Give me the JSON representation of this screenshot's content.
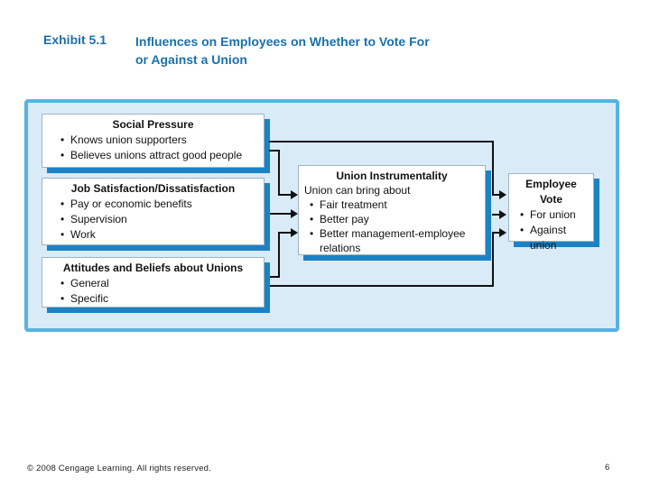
{
  "slide": {
    "exhibit_label": "Exhibit 5.1",
    "title_line1": "Influences on Employees on Whether to Vote For",
    "title_line2": "or Against a Union",
    "footer_copyright": "© 2008 Cengage Learning. All rights reserved.",
    "page_number": "6"
  },
  "diagram": {
    "boxes": [
      {
        "title": "Social Pressure",
        "bullets": [
          "Knows union supporters",
          "Believes unions attract good people"
        ]
      },
      {
        "title": "Job Satisfaction/Dissatisfaction",
        "bullets": [
          "Pay or economic benefits",
          "Supervision",
          "Work"
        ]
      },
      {
        "title": "Attitudes and Beliefs about Unions",
        "bullets": [
          "General",
          "Specific"
        ]
      },
      {
        "title": "Union Instrumentality",
        "lead": "Union can bring about",
        "bullets": [
          "Fair treatment",
          "Better pay",
          "Better management-employee relations"
        ]
      },
      {
        "title": "Employee Vote",
        "bullets": [
          "For union",
          "Against union"
        ]
      }
    ],
    "colors": {
      "title_blue": "#1a70ad",
      "panel_fill": "#d9ebf7",
      "panel_border": "#56b3e1",
      "box_shadow_blue": "#1b82c4",
      "connector": "#111111"
    }
  }
}
